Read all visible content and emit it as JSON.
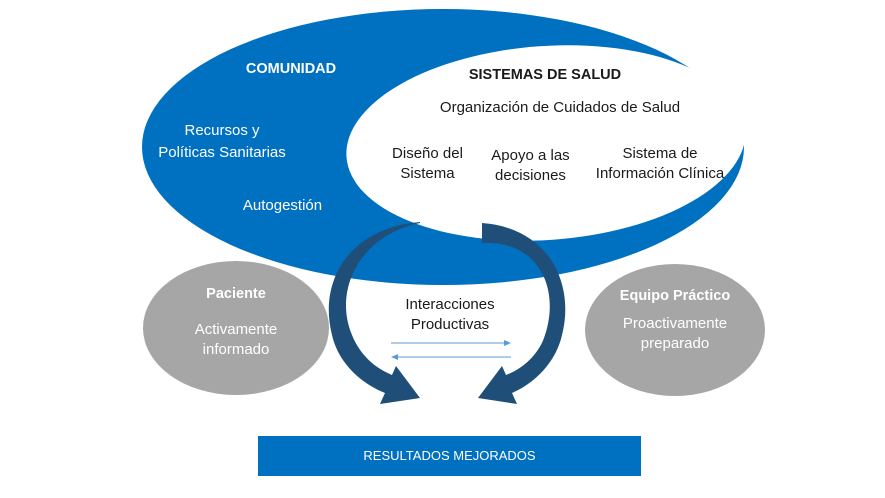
{
  "colors": {
    "community_blue": "#0070C0",
    "health_system_white": "#FFFFFF",
    "arrow_navy": "#1F4E79",
    "circle_gray": "#A6A6A6",
    "result_bar_blue": "#0070C0",
    "thin_arrow_blue": "#5B9BD5"
  },
  "community": {
    "title": "COMUNIDAD",
    "items": [
      "Recursos y",
      "Políticas Sanitarias",
      "Autogestión"
    ]
  },
  "health_system": {
    "title": "SISTEMAS DE SALUD",
    "subtitle": "Organización de Cuidados de Salud",
    "components": [
      {
        "line1": "Diseño del",
        "line2": "Sistema"
      },
      {
        "line1": "Apoyo a las",
        "line2": "decisiones"
      },
      {
        "line1": "Sistema de",
        "line2": "Información Clínica"
      }
    ]
  },
  "patient": {
    "title": "Paciente",
    "line1": "Activamente",
    "line2": "informado"
  },
  "team": {
    "title": "Equipo Práctico",
    "line1": "Proactivamente",
    "line2": "preparado"
  },
  "interactions": {
    "line1": "Interacciones",
    "line2": "Productivas"
  },
  "result": {
    "label": "RESULTADOS MEJORADOS"
  }
}
